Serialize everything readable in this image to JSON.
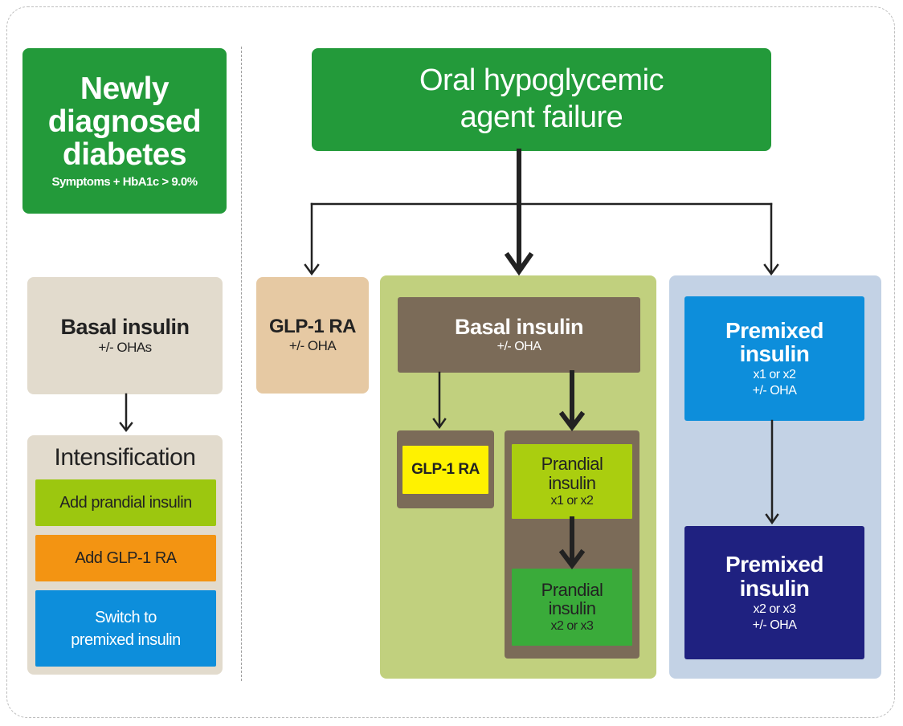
{
  "left": {
    "newly": {
      "title": "Newly diagnosed diabetes",
      "subtitle": "Symptoms + HbA1c > 9.0%"
    },
    "basal": {
      "title": "Basal insulin",
      "subtitle": "+/- OHAs"
    },
    "intensification": {
      "title": "Intensification",
      "options": [
        {
          "label": "Add prandial insulin",
          "color": "#9cc70f"
        },
        {
          "label": "Add GLP-1 RA",
          "color": "#f39412"
        },
        {
          "label": "Switch to premixed insulin",
          "color": "#0d8edb"
        }
      ]
    }
  },
  "right": {
    "oha_failure": {
      "title": "Oral hypoglycemic agent failure"
    },
    "glp1": {
      "title": "GLP-1 RA",
      "subtitle": "+/- OHA"
    },
    "basal": {
      "title": "Basal insulin",
      "subtitle": "+/- OHA",
      "glp1": {
        "title": "GLP-1 RA"
      },
      "prandial_1": {
        "title": "Prandial insulin",
        "subtitle": "x1 or x2"
      },
      "prandial_2": {
        "title": "Prandial insulin",
        "subtitle": "x2 or x3"
      }
    },
    "premixed_1": {
      "title": "Premixed insulin",
      "line1": "x1 or x2",
      "line2": "+/- OHA"
    },
    "premixed_2": {
      "title": "Premixed insulin",
      "line1": "x2 or x3",
      "line2": "+/- OHA"
    }
  },
  "colors": {
    "dark_green": "#239a3a",
    "beige_gray": "#e2dbcd",
    "tan": "#e6c9a3",
    "olive_panel": "#c1d07e",
    "brown": "#7b6b58",
    "yellow": "#fff200",
    "lime": "#aace0f",
    "green": "#3aab3a",
    "light_blue_panel": "#c3d2e5",
    "blue": "#0d8edb",
    "navy": "#1f2180"
  }
}
